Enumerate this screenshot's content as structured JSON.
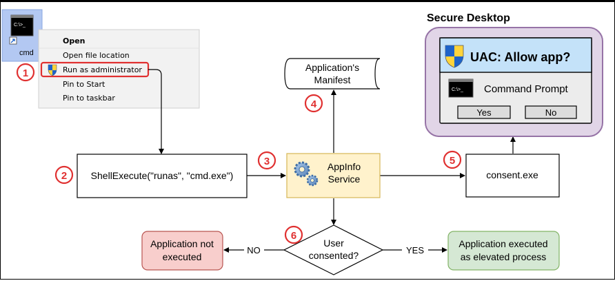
{
  "desktop_icon": {
    "label": "cmd",
    "console_text": "C:\\>_"
  },
  "context_menu": {
    "items": [
      "Open",
      "Open file location",
      "Run as administrator",
      "Pin to Start",
      "Pin to taskbar"
    ]
  },
  "steps": [
    "1",
    "2",
    "3",
    "4",
    "5",
    "6"
  ],
  "nodes": {
    "shell_execute": "ShellExecute(\"runas\", \"cmd.exe\")",
    "appinfo_line1": "AppInfo",
    "appinfo_line2": "Service",
    "manifest_line1": "Application's",
    "manifest_line2": "Manifest",
    "consent": "consent.exe",
    "decision_line1": "User",
    "decision_line2": "consented?",
    "not_executed_line1": "Application not",
    "not_executed_line2": "executed",
    "executed_line1": "Application executed",
    "executed_line2": "as elevated process"
  },
  "edges": {
    "no_label": "NO",
    "yes_label": "YES"
  },
  "secure_desktop": {
    "title": "Secure Desktop",
    "dialog_title": "UAC: Allow app?",
    "app_name": "Command Prompt",
    "yes_button": "Yes",
    "no_button": "No"
  },
  "colors": {
    "accent_red": "#e03030",
    "appinfo_fill": "#fff2cc",
    "appinfo_stroke": "#d6b656",
    "not_executed_fill": "#f8cecc",
    "not_executed_stroke": "#b85450",
    "executed_fill": "#d5e8d4",
    "executed_stroke": "#82b366",
    "secure_desktop_fill": "#e1d5e7",
    "secure_desktop_stroke": "#9673a6",
    "dialog_header": "#c4e2f9"
  }
}
